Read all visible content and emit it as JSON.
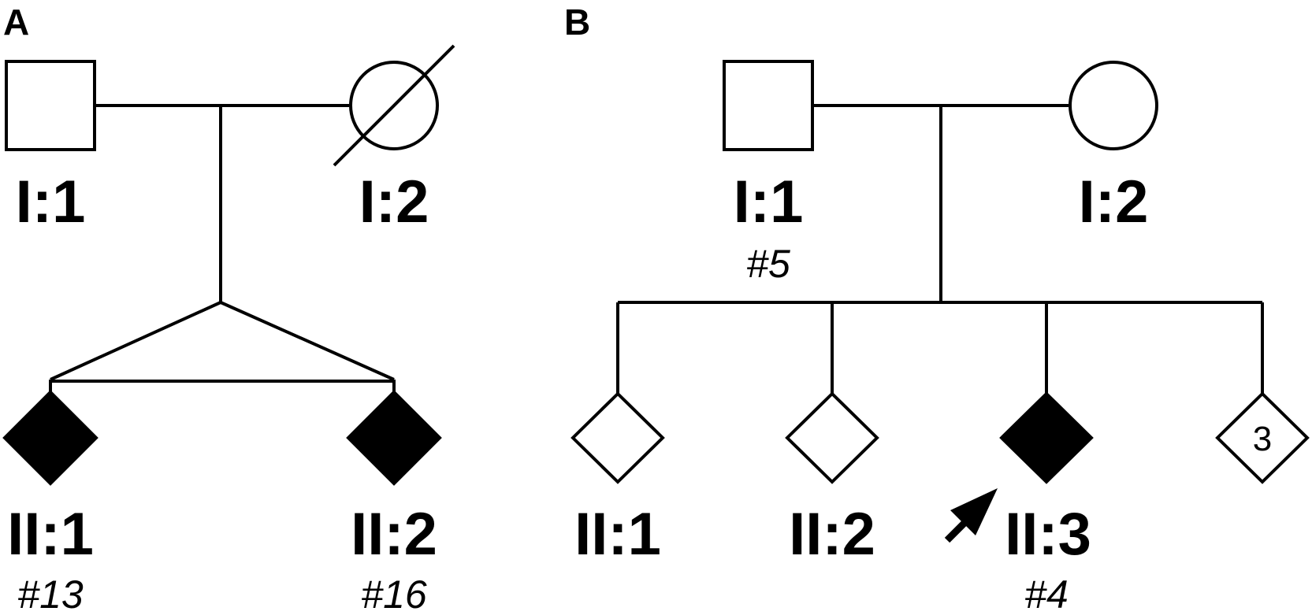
{
  "panels": [
    {
      "label": "A",
      "members": [
        {
          "id": "I:1",
          "sample": "",
          "shape": "square",
          "affected": false,
          "deceased": false,
          "count": ""
        },
        {
          "id": "I:2",
          "sample": "",
          "shape": "circle",
          "affected": false,
          "deceased": true,
          "count": ""
        },
        {
          "id": "II:1",
          "sample": "#13",
          "shape": "diamond",
          "affected": true,
          "deceased": false,
          "count": ""
        },
        {
          "id": "II:2",
          "sample": "#16",
          "shape": "diamond",
          "affected": true,
          "deceased": false,
          "count": ""
        }
      ],
      "twins": true
    },
    {
      "label": "B",
      "members": [
        {
          "id": "I:1",
          "sample": "#5",
          "shape": "square",
          "affected": false,
          "deceased": false,
          "count": ""
        },
        {
          "id": "I:2",
          "sample": "",
          "shape": "circle",
          "affected": false,
          "deceased": false,
          "count": ""
        },
        {
          "id": "II:1",
          "sample": "",
          "shape": "diamond",
          "affected": false,
          "deceased": false,
          "count": ""
        },
        {
          "id": "II:2",
          "sample": "",
          "shape": "diamond",
          "affected": false,
          "deceased": false,
          "count": ""
        },
        {
          "id": "II:3",
          "sample": "#4",
          "shape": "diamond",
          "affected": true,
          "deceased": false,
          "count": "",
          "proband": true
        },
        {
          "id": "",
          "sample": "",
          "shape": "diamond",
          "affected": false,
          "deceased": false,
          "count": "3"
        }
      ]
    }
  ],
  "colors": {
    "stroke": "#000000",
    "affected_fill": "#000000",
    "unaffected_fill": "#ffffff"
  }
}
